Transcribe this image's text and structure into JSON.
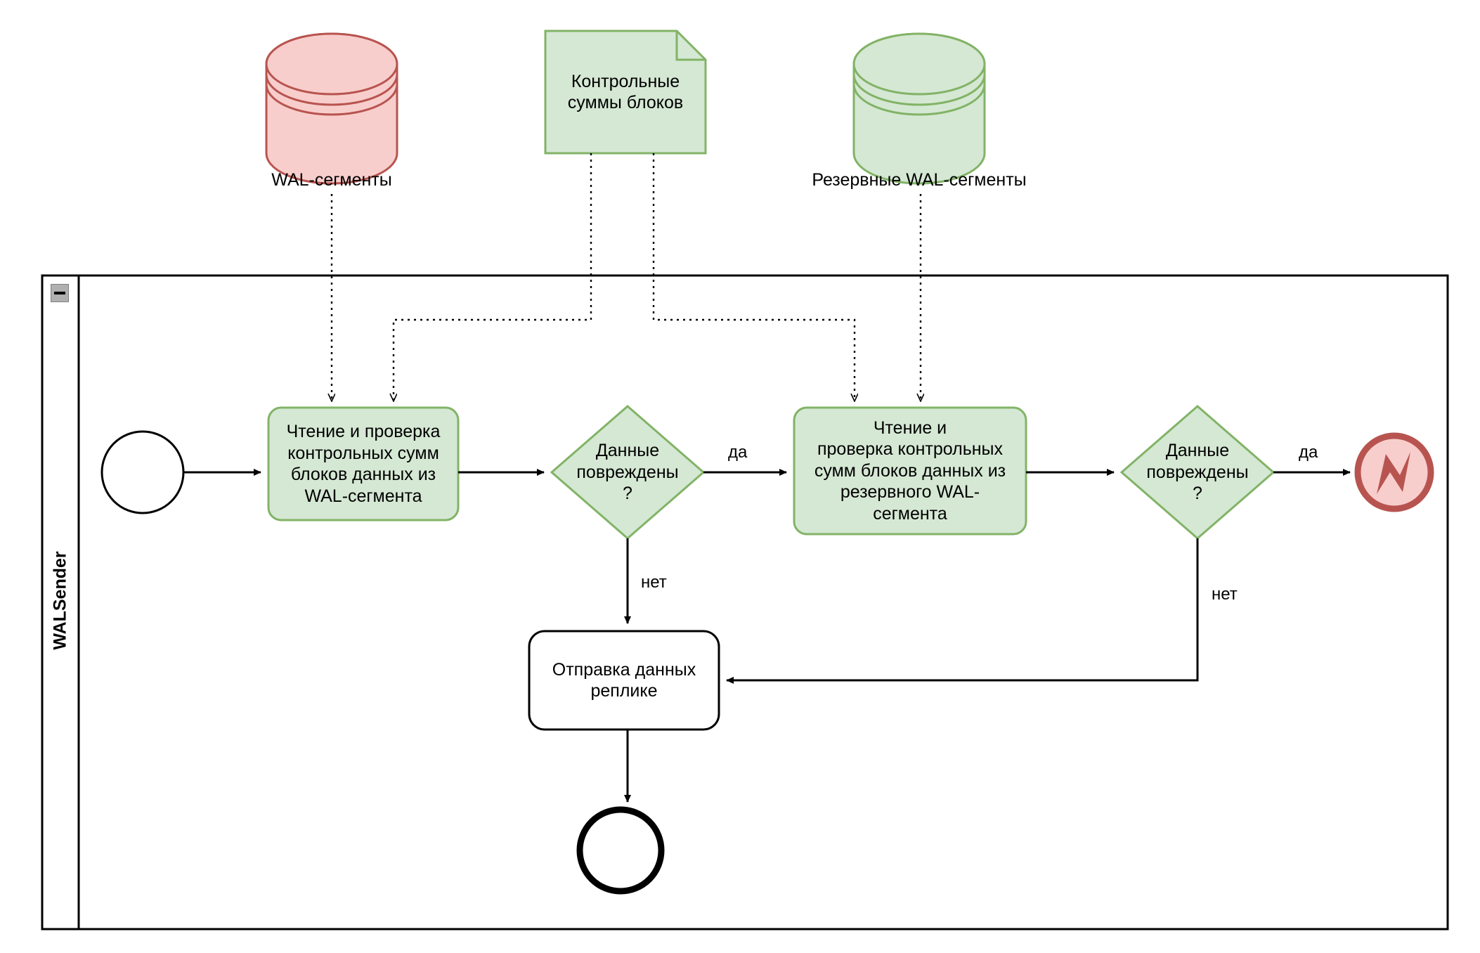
{
  "diagram": {
    "type": "bpmn-process-diagram",
    "pool": {
      "name": "WALSender",
      "collapse_control": "minus-icon"
    },
    "colors": {
      "task_fill": "#d5e8d4",
      "task_stroke": "#82b366",
      "gateway_fill": "#d5e8d4",
      "gateway_stroke": "#82b366",
      "note_fill": "#d5e8d4",
      "note_stroke": "#82b366",
      "datastore_green_fill": "#d5e8d4",
      "datastore_green_stroke": "#82b366",
      "datastore_red_fill": "#f8cecc",
      "datastore_red_stroke": "#b85450",
      "error_event_fill": "#f8cecc",
      "error_event_stroke": "#b85450",
      "flow_stroke": "#000000",
      "plain_task_fill": "#ffffff",
      "plain_task_stroke": "#000000"
    },
    "data_stores": [
      {
        "id": "wal-segments",
        "label": "WAL-сегменты",
        "variant": "red"
      },
      {
        "id": "backup-wal-segments",
        "label": "Резервные WAL-сегменты",
        "variant": "green"
      }
    ],
    "note": {
      "id": "block-checksums-note",
      "label": "Контрольные\nсуммы блоков"
    },
    "events": [
      {
        "id": "start-event",
        "type": "start",
        "label": ""
      },
      {
        "id": "end-event",
        "type": "end",
        "label": ""
      },
      {
        "id": "error-end-event",
        "type": "error-end",
        "icon": "lightning-bolt-icon",
        "label": ""
      }
    ],
    "tasks": [
      {
        "id": "task-read-wal",
        "label": "Чтение и проверка\nконтрольных сумм\nблоков данных из\nWAL-сегмента",
        "style": "green"
      },
      {
        "id": "task-read-backup-wal",
        "label": "Чтение и\nпроверка контрольных\nсумм блоков данных из\nрезервного WAL-\nсегмента",
        "style": "green"
      },
      {
        "id": "task-send-to-replica",
        "label": "Отправка данных\nреплике",
        "style": "plain"
      }
    ],
    "gateways": [
      {
        "id": "gateway-data-corrupted-1",
        "label": "Данные\nповреждены\n?"
      },
      {
        "id": "gateway-data-corrupted-2",
        "label": "Данные\nповреждены\n?"
      }
    ],
    "flow_labels": {
      "yes_1": "да",
      "no_1": "нет",
      "yes_2": "да",
      "no_2": "нет"
    }
  }
}
